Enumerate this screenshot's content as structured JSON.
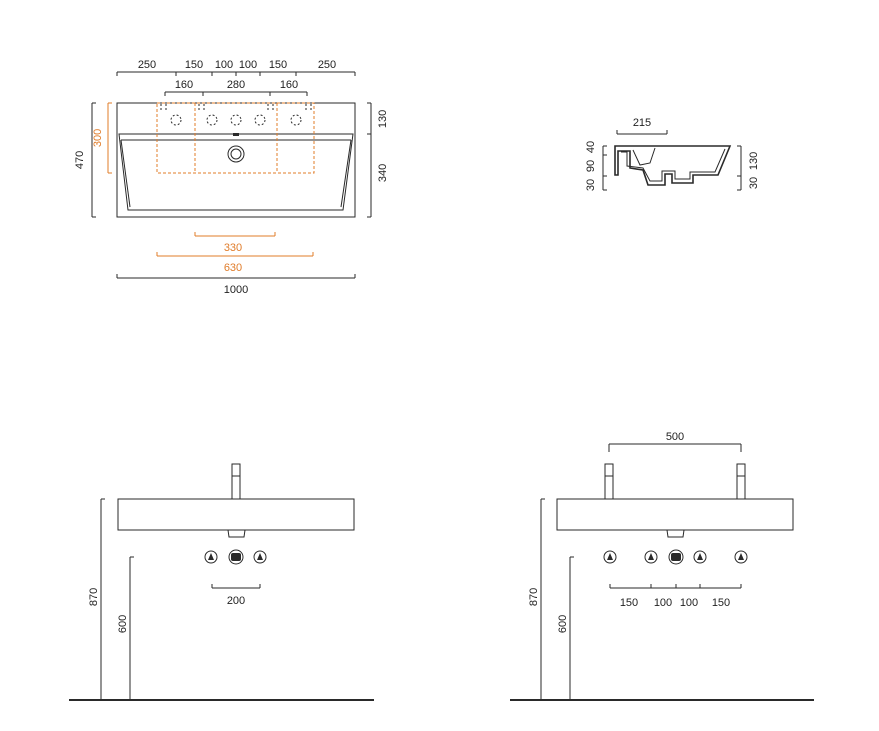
{
  "top_view": {
    "dims_top": [
      "250",
      "150",
      "100",
      "100",
      "150",
      "250"
    ],
    "dims_second": [
      "160",
      "280",
      "160"
    ],
    "dim_left_outer": "470",
    "dim_left_orange": "300",
    "dims_right": [
      "130",
      "340"
    ],
    "dim_bottom_orange_1": "330",
    "dim_bottom_orange_2": "630",
    "dim_bottom_total": "1000"
  },
  "side_view": {
    "dim_top": "215",
    "dims_left": [
      "40",
      "90",
      "30"
    ],
    "dims_right": [
      "130",
      "30"
    ]
  },
  "front_view_single": {
    "dim_height_outer": "870",
    "dim_height_inner": "600",
    "dim_spacing": "200"
  },
  "front_view_double": {
    "dim_top": "500",
    "dim_height_outer": "870",
    "dim_height_inner": "600",
    "dims_spacing": [
      "150",
      "100",
      "100",
      "150"
    ]
  }
}
